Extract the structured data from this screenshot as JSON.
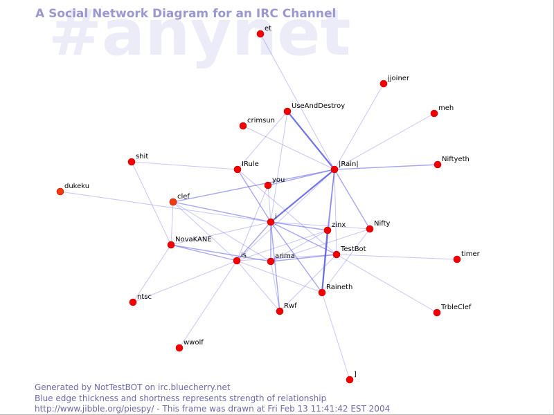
{
  "header": {
    "title": "A Social Network Diagram for an IRC Channel",
    "channel": "#anynet"
  },
  "colors": {
    "edge": "#5b5be6",
    "node_fill": "#f20000",
    "node_fill_alt": "#ef3b0b",
    "node_stroke": "#c80000",
    "title": "#9b98cf",
    "footer": "#6c6aa7",
    "watermark": "#ecebf8"
  },
  "network": {
    "nodes": [
      {
        "id": "et",
        "label": "et"
      },
      {
        "id": "jjoiner",
        "label": "jjoiner"
      },
      {
        "id": "UseAndDestroy",
        "label": "UseAndDestroy"
      },
      {
        "id": "meh",
        "label": "meh"
      },
      {
        "id": "crimsun",
        "label": "crimsun"
      },
      {
        "id": "shit",
        "label": "shit"
      },
      {
        "id": "IRule",
        "label": "IRule"
      },
      {
        "id": "Rain",
        "label": "|Rain|"
      },
      {
        "id": "Niftyeth",
        "label": "Niftyeth"
      },
      {
        "id": "dukeku",
        "label": "dukeku"
      },
      {
        "id": "you",
        "label": "you"
      },
      {
        "id": "clef",
        "label": "clef"
      },
      {
        "id": "i",
        "label": "i"
      },
      {
        "id": "zinx",
        "label": "zinx"
      },
      {
        "id": "Nifty",
        "label": "Nifty"
      },
      {
        "id": "NovaKANE",
        "label": "NovaKANE"
      },
      {
        "id": "is",
        "label": "is"
      },
      {
        "id": "arima",
        "label": "arima"
      },
      {
        "id": "TestBot",
        "label": "TestBot"
      },
      {
        "id": "timer",
        "label": "timer"
      },
      {
        "id": "Raineth",
        "label": "Raineth"
      },
      {
        "id": "ntsc",
        "label": "ntsc"
      },
      {
        "id": "Rwf",
        "label": "Rwf"
      },
      {
        "id": "TrbleClef",
        "label": "TrbleClef"
      },
      {
        "id": "wwolf",
        "label": "wwolf"
      },
      {
        "id": "bracket",
        "label": "]"
      }
    ],
    "edges": [
      {
        "source": "et",
        "target": "Rain",
        "strength": 1
      },
      {
        "source": "UseAndDestroy",
        "target": "Rain",
        "strength": 3
      },
      {
        "source": "UseAndDestroy",
        "target": "IRule",
        "strength": 1
      },
      {
        "source": "UseAndDestroy",
        "target": "i",
        "strength": 1
      },
      {
        "source": "jjoiner",
        "target": "Rain",
        "strength": 1
      },
      {
        "source": "meh",
        "target": "Rain",
        "strength": 1
      },
      {
        "source": "crimsun",
        "target": "Rain",
        "strength": 1
      },
      {
        "source": "Niftyeth",
        "target": "Rain",
        "strength": 2
      },
      {
        "source": "Rain",
        "target": "you",
        "strength": 2
      },
      {
        "source": "Rain",
        "target": "clef",
        "strength": 2
      },
      {
        "source": "Rain",
        "target": "i",
        "strength": 3
      },
      {
        "source": "Rain",
        "target": "zinx",
        "strength": 2
      },
      {
        "source": "Rain",
        "target": "Nifty",
        "strength": 2
      },
      {
        "source": "Rain",
        "target": "TestBot",
        "strength": 1
      },
      {
        "source": "Rain",
        "target": "is",
        "strength": 1
      },
      {
        "source": "Rain",
        "target": "Raineth",
        "strength": 2
      },
      {
        "source": "shit",
        "target": "IRule",
        "strength": 1
      },
      {
        "source": "shit",
        "target": "NovaKANE",
        "strength": 1
      },
      {
        "source": "dukeku",
        "target": "i",
        "strength": 1
      },
      {
        "source": "IRule",
        "target": "i",
        "strength": 2
      },
      {
        "source": "IRule",
        "target": "TestBot",
        "strength": 1
      },
      {
        "source": "you",
        "target": "i",
        "strength": 1
      },
      {
        "source": "you",
        "target": "is",
        "strength": 1
      },
      {
        "source": "clef",
        "target": "i",
        "strength": 2
      },
      {
        "source": "clef",
        "target": "NovaKANE",
        "strength": 1
      },
      {
        "source": "clef",
        "target": "is",
        "strength": 1
      },
      {
        "source": "clef",
        "target": "arima",
        "strength": 1
      },
      {
        "source": "i",
        "target": "zinx",
        "strength": 2
      },
      {
        "source": "i",
        "target": "Nifty",
        "strength": 1
      },
      {
        "source": "i",
        "target": "TestBot",
        "strength": 2
      },
      {
        "source": "i",
        "target": "is",
        "strength": 2
      },
      {
        "source": "i",
        "target": "arima",
        "strength": 2
      },
      {
        "source": "i",
        "target": "Rwf",
        "strength": 2
      },
      {
        "source": "i",
        "target": "Raineth",
        "strength": 2
      },
      {
        "source": "i",
        "target": "NovaKANE",
        "strength": 1
      },
      {
        "source": "zinx",
        "target": "Raineth",
        "strength": 3
      },
      {
        "source": "zinx",
        "target": "arima",
        "strength": 1
      },
      {
        "source": "zinx",
        "target": "is",
        "strength": 1
      },
      {
        "source": "Nifty",
        "target": "Raineth",
        "strength": 1
      },
      {
        "source": "Nifty",
        "target": "arima",
        "strength": 1
      },
      {
        "source": "NovaKANE",
        "target": "is",
        "strength": 2
      },
      {
        "source": "NovaKANE",
        "target": "arima",
        "strength": 2
      },
      {
        "source": "NovaKANE",
        "target": "ntsc",
        "strength": 1
      },
      {
        "source": "is",
        "target": "TestBot",
        "strength": 1
      },
      {
        "source": "is",
        "target": "Raineth",
        "strength": 1
      },
      {
        "source": "is",
        "target": "Rwf",
        "strength": 1
      },
      {
        "source": "is",
        "target": "ntsc",
        "strength": 1
      },
      {
        "source": "is",
        "target": "wwolf",
        "strength": 1
      },
      {
        "source": "arima",
        "target": "TestBot",
        "strength": 2
      },
      {
        "source": "arima",
        "target": "Rwf",
        "strength": 1
      },
      {
        "source": "TestBot",
        "target": "timer",
        "strength": 1
      },
      {
        "source": "TestBot",
        "target": "Rwf",
        "strength": 1
      },
      {
        "source": "TestBot",
        "target": "TrbleClef",
        "strength": 1
      },
      {
        "source": "Raineth",
        "target": "bracket",
        "strength": 1
      }
    ]
  },
  "footer": {
    "line1": "Generated by NotTestBOT on irc.bluecherry.net",
    "line2": "Blue edge thickness and shortness represents strength of relationship",
    "line3": "http://www.jibble.org/piespy/ - This frame was drawn at Fri Feb 13 11:41:42 EST 2004"
  }
}
